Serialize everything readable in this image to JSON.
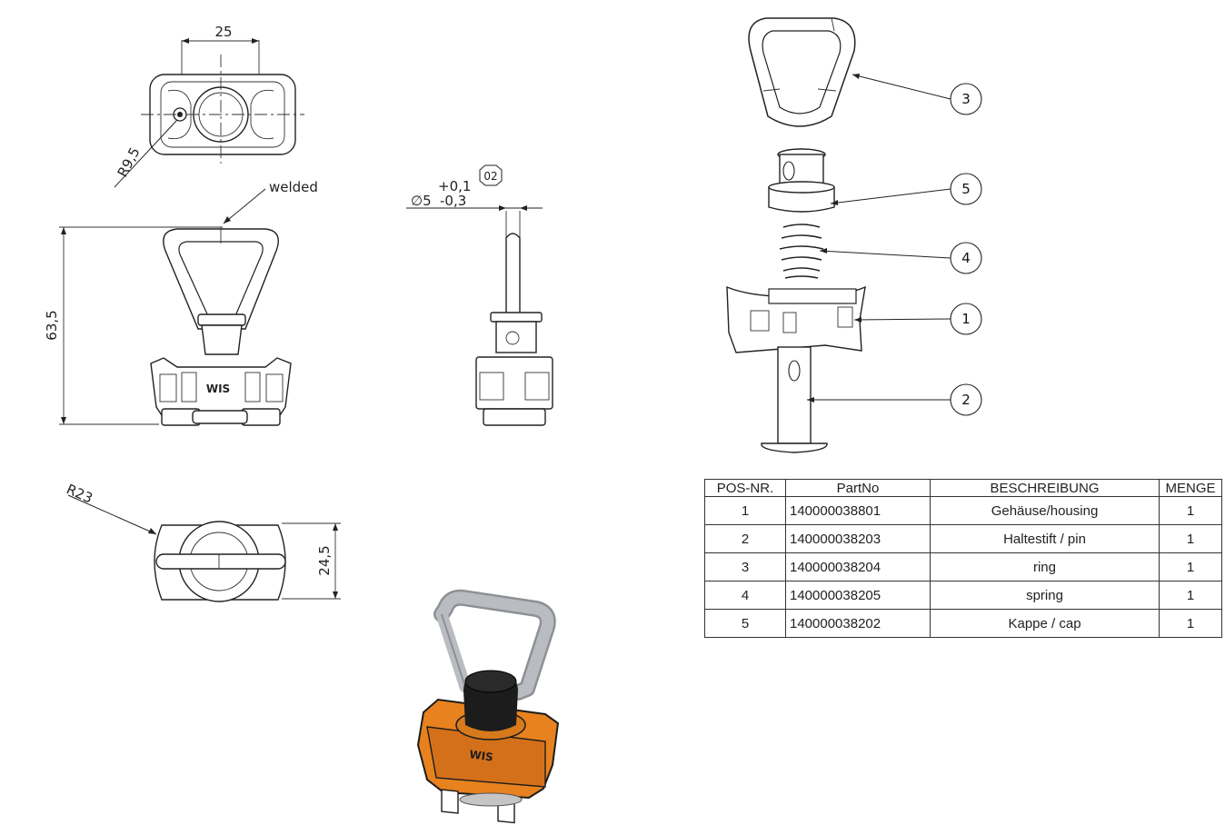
{
  "dimensions": {
    "width_top": "25",
    "radius_top": "R9,5",
    "height_front": "63,5",
    "weld_note": "welded",
    "pin_dia": "∅5",
    "pin_tol_upper": "+0,1",
    "pin_tol_lower": "-0,3",
    "tol_badge": "02",
    "radius_bottom": "R23",
    "depth_bottom": "24,5"
  },
  "markings": {
    "brand": "WIS"
  },
  "balloons": [
    "3",
    "5",
    "4",
    "1",
    "2"
  ],
  "bom": {
    "headers": [
      "POS-NR.",
      "PartNo",
      "BESCHREIBUNG",
      "MENGE"
    ],
    "rows": [
      {
        "pos": "1",
        "part": "140000038801",
        "desc": "Gehäuse/housing",
        "qty": "1"
      },
      {
        "pos": "2",
        "part": "140000038203",
        "desc": "Haltestift / pin",
        "qty": "1"
      },
      {
        "pos": "3",
        "part": "140000038204",
        "desc": "ring",
        "qty": "1"
      },
      {
        "pos": "4",
        "part": "140000038205",
        "desc": "spring",
        "qty": "1"
      },
      {
        "pos": "5",
        "part": "140000038202",
        "desc": "Kappe / cap",
        "qty": "1"
      }
    ]
  },
  "colors": {
    "housing_orange": "#e8821e",
    "cap_black": "#1c1c1c",
    "ring_grey": "#b9bcc0"
  }
}
